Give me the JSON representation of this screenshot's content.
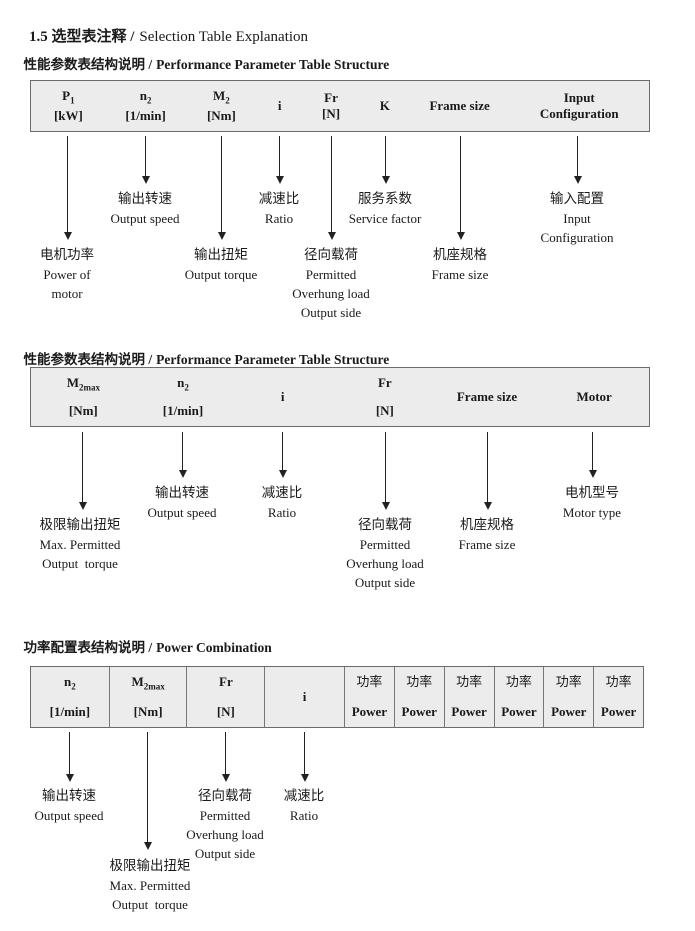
{
  "title": {
    "zh": "1.5 选型表注释 /",
    "en": "Selection Table Explanation"
  },
  "colors": {
    "table_background": "#ececec",
    "border": "#6b6b6b",
    "text": "#1a1a1a"
  },
  "s1": {
    "heading": {
      "zh": "性能参数表结构说明 /",
      "en": "Performance Parameter Table Structure"
    },
    "cols": [
      {
        "l1": "P",
        "sub": "1",
        "l2": "[kW]"
      },
      {
        "l1": "n",
        "sub": "2",
        "l2": "[1/min]"
      },
      {
        "l1": "M",
        "sub": "2",
        "l2": "[Nm]"
      },
      {
        "l1": "i"
      },
      {
        "l1": "Fr",
        "l2": "[N]"
      },
      {
        "l1": "K"
      },
      {
        "l1": "Frame size"
      },
      {
        "l1": "Input",
        "l2": "Configuration"
      }
    ],
    "callouts": [
      {
        "lines": [
          "电机功率",
          "Power of",
          "motor"
        ]
      },
      {
        "lines": [
          "输出转速",
          "Output speed"
        ]
      },
      {
        "lines": [
          "输出扭矩",
          "Output torque"
        ]
      },
      {
        "lines": [
          "减速比",
          "Ratio"
        ]
      },
      {
        "lines": [
          "径向载荷",
          "Permitted",
          "Overhung load",
          "Output side"
        ]
      },
      {
        "lines": [
          "服务系数",
          "Service factor"
        ]
      },
      {
        "lines": [
          "机座规格",
          "Frame size"
        ]
      },
      {
        "lines": [
          "输入配置",
          "Input",
          "Configuration"
        ]
      }
    ]
  },
  "s2": {
    "heading": {
      "zh": "性能参数表结构说明 /",
      "en": "Performance Parameter Table Structure"
    },
    "cols": [
      {
        "l1": "M",
        "sub": "2max",
        "l2": "[Nm]"
      },
      {
        "l1": "n",
        "sub": "2",
        "l2": "[1/min]"
      },
      {
        "l1": "i"
      },
      {
        "l1": "Fr",
        "l2": "[N]"
      },
      {
        "l1": "Frame size"
      },
      {
        "l1": "Motor"
      }
    ],
    "callouts": [
      {
        "lines": [
          "极限输出扭矩",
          "Max. Permitted",
          "Output  torque"
        ]
      },
      {
        "lines": [
          "输出转速",
          "Output speed"
        ]
      },
      {
        "lines": [
          "减速比",
          "Ratio"
        ]
      },
      {
        "lines": [
          "径向载荷",
          "Permitted",
          "Overhung load",
          "Output side"
        ]
      },
      {
        "lines": [
          "机座规格",
          "Frame size"
        ]
      },
      {
        "lines": [
          "电机型号",
          "Motor type"
        ]
      }
    ]
  },
  "s3": {
    "heading": {
      "zh": "功率配置表结构说明 /",
      "en": "Power Combination"
    },
    "cols": [
      {
        "l1": "n",
        "sub": "2",
        "l2": "[1/min]"
      },
      {
        "l1": "M",
        "sub": "2max",
        "l2": "[Nm]"
      },
      {
        "l1": "Fr",
        "l2": "[N]"
      },
      {
        "l1": "i"
      },
      {
        "zh": "功率",
        "en": "Power"
      },
      {
        "zh": "功率",
        "en": "Power"
      },
      {
        "zh": "功率",
        "en": "Power"
      },
      {
        "zh": "功率",
        "en": "Power"
      },
      {
        "zh": "功率",
        "en": "Power"
      },
      {
        "zh": "功率",
        "en": "Power"
      }
    ],
    "callouts": [
      {
        "lines": [
          "输出转速",
          "Output speed"
        ]
      },
      {
        "lines": [
          "极限输出扭矩",
          "Max. Permitted",
          "Output  torque"
        ]
      },
      {
        "lines": [
          "径向载荷",
          "Permitted",
          "Overhung load",
          "Output side"
        ]
      },
      {
        "lines": [
          "减速比",
          "Ratio"
        ]
      }
    ]
  }
}
